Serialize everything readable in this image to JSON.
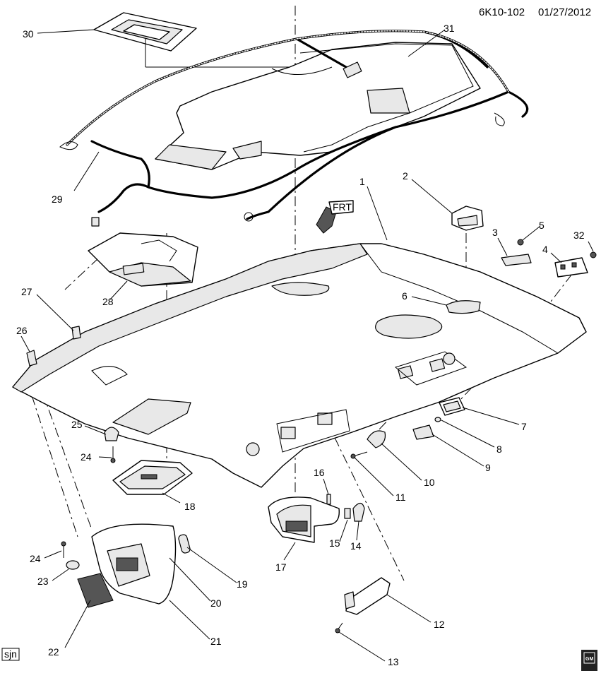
{
  "header": {
    "diagram_id": "6K10-102",
    "date": "01/27/2012"
  },
  "badge": {
    "text": "sjn"
  },
  "logo": {
    "text": "GM"
  },
  "callouts": [
    {
      "id": "c1",
      "label": "1"
    },
    {
      "id": "c2",
      "label": "2"
    },
    {
      "id": "c3",
      "label": "3"
    },
    {
      "id": "c4",
      "label": "4"
    },
    {
      "id": "c5",
      "label": "5"
    },
    {
      "id": "c6",
      "label": "6"
    },
    {
      "id": "c7",
      "label": "7"
    },
    {
      "id": "c8",
      "label": "8"
    },
    {
      "id": "c9",
      "label": "9"
    },
    {
      "id": "c10",
      "label": "10"
    },
    {
      "id": "c11",
      "label": "11"
    },
    {
      "id": "c12",
      "label": "12"
    },
    {
      "id": "c13",
      "label": "13"
    },
    {
      "id": "c14",
      "label": "14"
    },
    {
      "id": "c15",
      "label": "15"
    },
    {
      "id": "c16",
      "label": "16"
    },
    {
      "id": "c17",
      "label": "17"
    },
    {
      "id": "c18",
      "label": "18"
    },
    {
      "id": "c19",
      "label": "19"
    },
    {
      "id": "c20",
      "label": "20"
    },
    {
      "id": "c21",
      "label": "21"
    },
    {
      "id": "c22",
      "label": "22"
    },
    {
      "id": "c23",
      "label": "23"
    },
    {
      "id": "c24a",
      "label": "24"
    },
    {
      "id": "c24b",
      "label": "24"
    },
    {
      "id": "c25",
      "label": "25"
    },
    {
      "id": "c26",
      "label": "26"
    },
    {
      "id": "c27",
      "label": "27"
    },
    {
      "id": "c28",
      "label": "28"
    },
    {
      "id": "c29",
      "label": "29"
    },
    {
      "id": "c30",
      "label": "30"
    },
    {
      "id": "c31",
      "label": "31"
    },
    {
      "id": "c32",
      "label": "32"
    }
  ],
  "front_arrow": {
    "text": "FRT"
  }
}
